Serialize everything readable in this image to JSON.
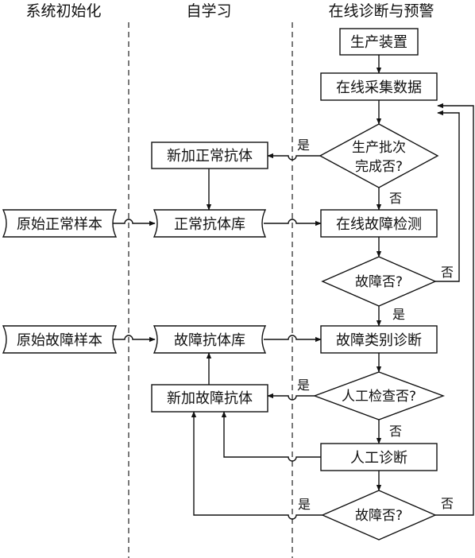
{
  "headers": {
    "init": "系统初始化",
    "learn": "自学习",
    "online": "在线诊断与预警"
  },
  "nodes": {
    "production_unit": "生产装置",
    "online_collect": "在线采集数据",
    "batch_complete": [
      "生产批次",
      "完成否?"
    ],
    "new_normal": "新加正常抗体",
    "normal_lib": "正常抗体库",
    "orig_normal": "原始正常样本",
    "online_detect": "在线故障检测",
    "fault_q1": "故障否?",
    "orig_fault": "原始故障样本",
    "fault_lib": "故障抗体库",
    "fault_classify": "故障类别诊断",
    "new_fault": "新加故障抗体",
    "manual_check": "人工检查否?",
    "manual_diag": "人工诊断",
    "fault_q2": "故障否?"
  },
  "edge_labels": {
    "batch_yes": "是",
    "batch_no": "否",
    "fault1_no": "否",
    "fault1_yes": "是",
    "check_yes": "是",
    "check_no": "否",
    "fault2_yes": "是",
    "fault2_no": "否"
  }
}
